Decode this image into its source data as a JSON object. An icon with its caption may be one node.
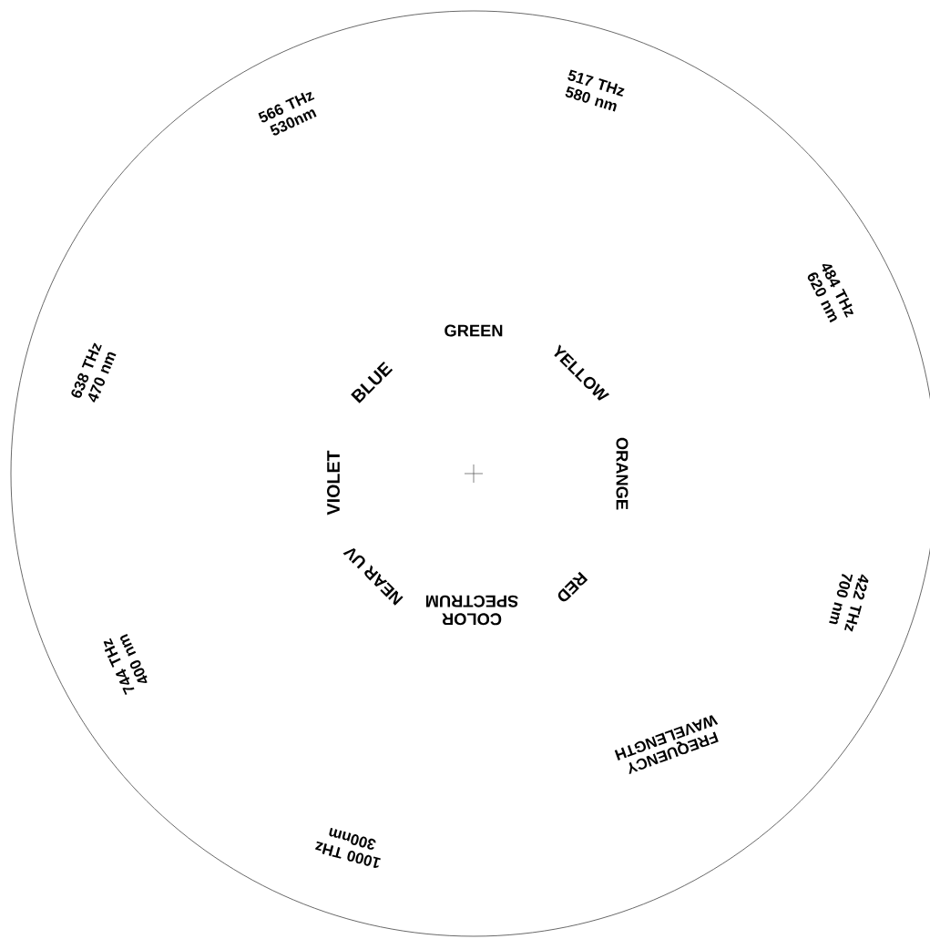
{
  "diagram": {
    "labels": [
      "566 THz 530nm",
      "517 THz 580 nm",
      "484 THz 620 nm",
      "638 THz 470 nm",
      "GREEN",
      "BLUE",
      "YELLOW",
      "VIOLET",
      "ORANGE",
      "NEAR UV",
      "RED",
      "COLOR SPECTRUM",
      "422 THz 700 nm",
      "744 THz 400 nm",
      "FREQUENCY WAVELENGTH",
      "1000 THz 300nm"
    ]
  }
}
